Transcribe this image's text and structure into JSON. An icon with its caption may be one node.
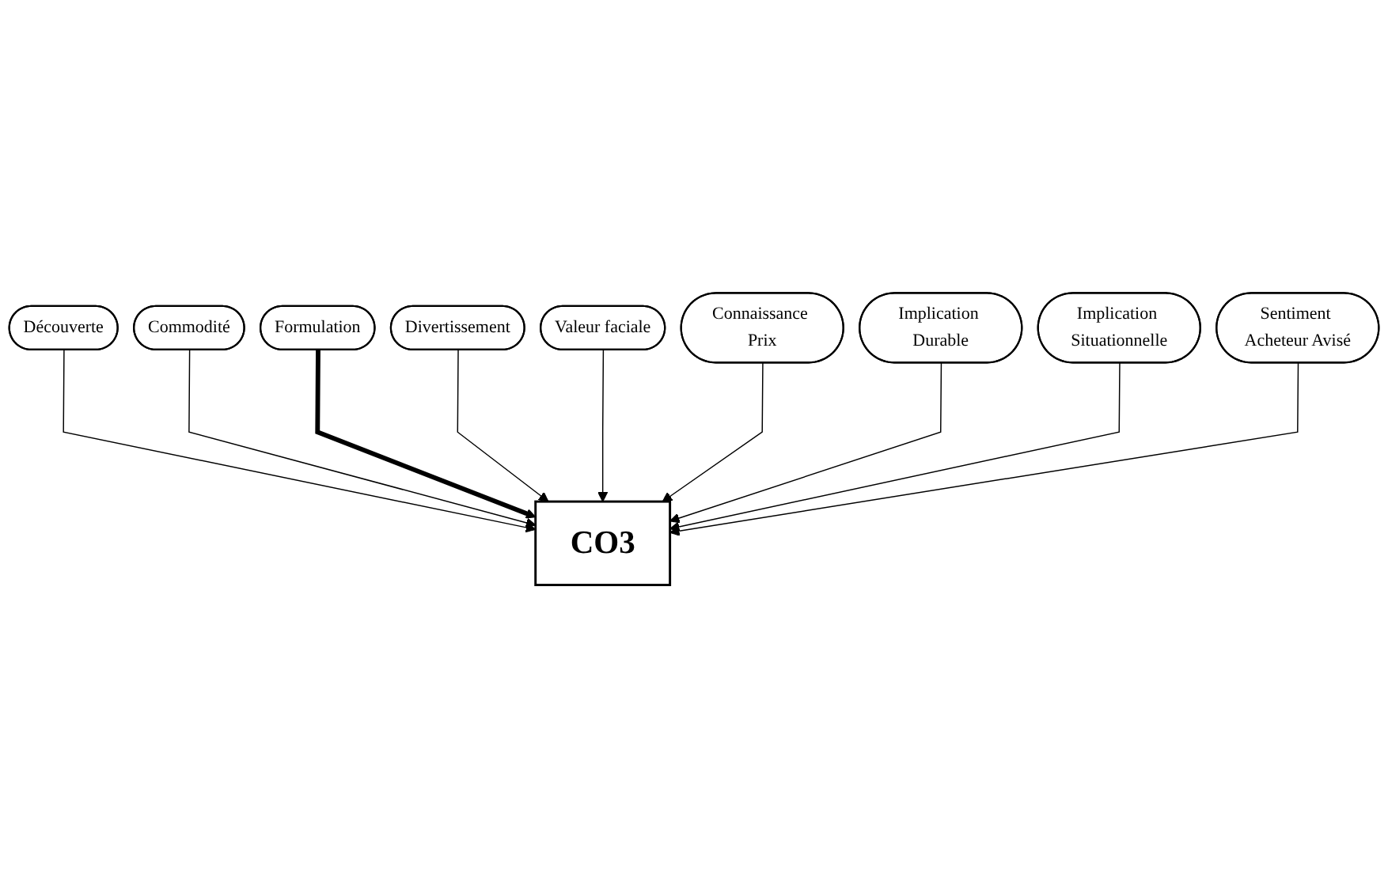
{
  "diagram": {
    "nodes": [
      {
        "text": [
          "Découverte"
        ]
      },
      {
        "text": [
          "Commodité"
        ]
      },
      {
        "text": [
          "Formulation"
        ]
      },
      {
        "text": [
          "Divertissement"
        ]
      },
      {
        "text": [
          "Valeur faciale"
        ]
      },
      {
        "text": [
          "CO3"
        ]
      },
      {
        "text": [
          "Connaissance Prix"
        ]
      },
      {
        "text": [
          "Implication Durable"
        ]
      },
      {
        "text": [
          "Implication Situationnelle"
        ]
      },
      {
        "text": [
          "Sentiment Acheteur Avisé"
        ]
      }
    ],
    "edges": [
      {
        "from": 0,
        "to": 5,
        "arrow": "to"
      },
      {
        "from": 1,
        "to": 5,
        "arrow": "to"
      },
      {
        "from": 2,
        "to": 5,
        "arrow": "to",
        "style": "thick"
      },
      {
        "from": 3,
        "to": 5,
        "arrow": "to"
      },
      {
        "from": 4,
        "to": 5,
        "arrow": "to"
      },
      {
        "from": 6,
        "to": 5,
        "arrow": "to"
      },
      {
        "from": 7,
        "to": 5,
        "arrow": "to"
      },
      {
        "from": 8,
        "to": 5,
        "arrow": "to"
      },
      {
        "from": 9,
        "to": 5,
        "arrow": "to"
      }
    ]
  }
}
